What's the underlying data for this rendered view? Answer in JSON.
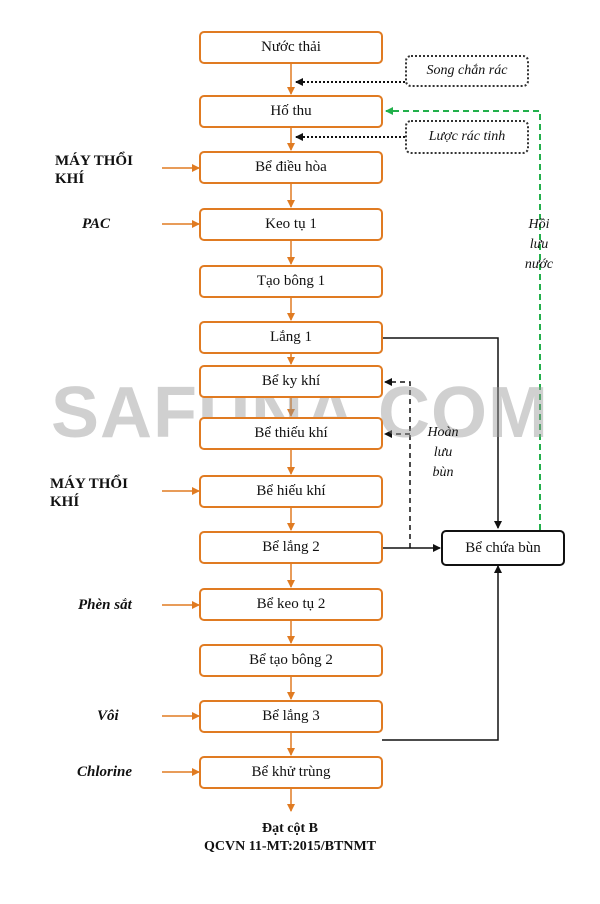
{
  "steps": [
    "Nước thải",
    "Hố thu",
    "Bể điều hòa",
    "Keo tụ 1",
    "Tạo bông 1",
    "Lắng 1",
    "Bể ky khí",
    "Bể thiếu khí",
    "Bể hiếu khí",
    "Bể lắng 2",
    "Bể keo tụ 2",
    "Bể tạo bông 2",
    "Bể lắng 3",
    "Bể khử trùng"
  ],
  "screens": {
    "coarse": "Song chắn rác",
    "fine": "Lược rác tinh"
  },
  "sludge_tank": "Bể chứa bùn",
  "inputs": {
    "blower1": [
      "MÁY THỔI",
      "KHÍ"
    ],
    "pac": "PAC",
    "blower2": [
      "MÁY THỔI",
      "KHÍ"
    ],
    "ferric": "Phèn sắt",
    "lime": "Vôi",
    "chlorine": "Chlorine"
  },
  "notes": {
    "water_return": [
      "Hồi",
      "lưu",
      "nước"
    ],
    "sludge_return": [
      "Hoàn",
      "lưu",
      "bùn"
    ]
  },
  "output": [
    "Đạt cột B",
    "QCVN 11-MT:2015/BTNMT"
  ],
  "watermark": "SAFUNA.COM",
  "colors": {
    "process": "#e07b22",
    "sludge": "#111111",
    "water_return": "#22b04b"
  }
}
